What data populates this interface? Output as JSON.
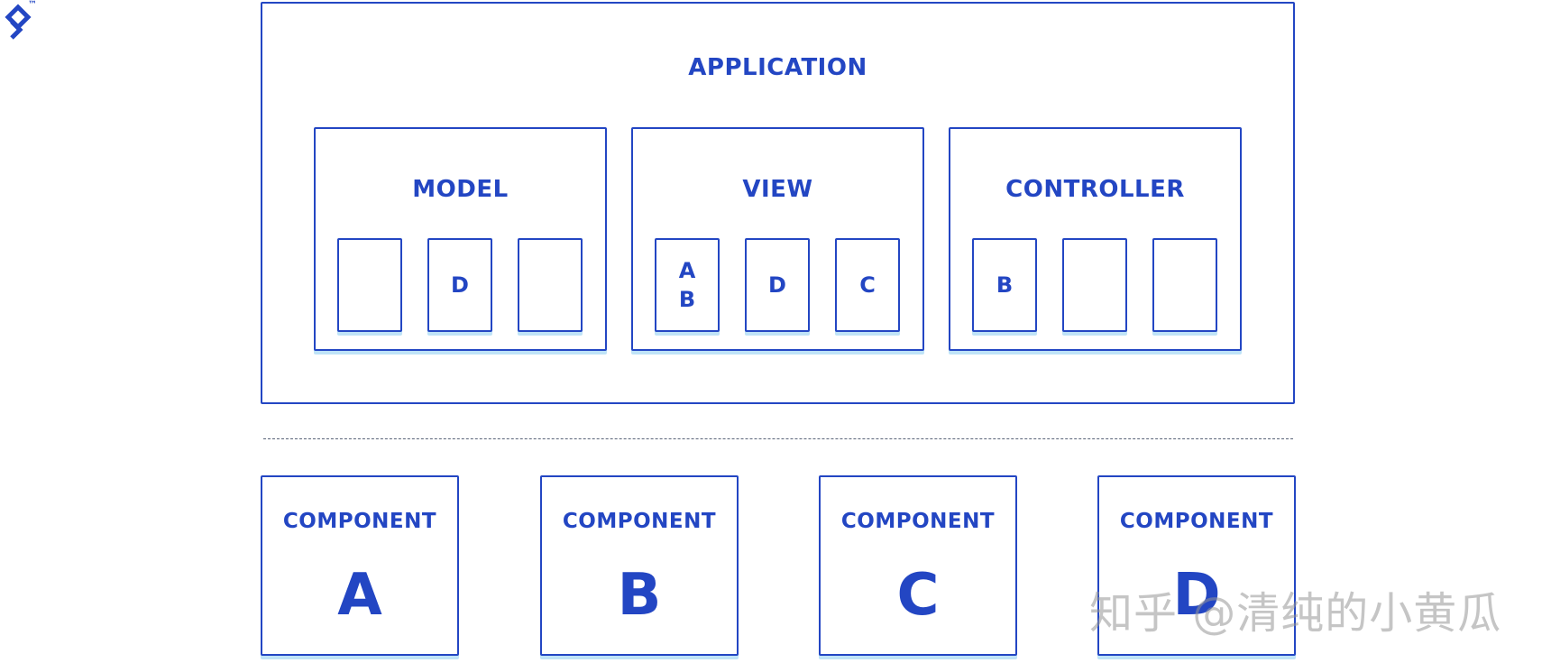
{
  "logo": {
    "trademark": "™"
  },
  "application": {
    "title": "APPLICATION",
    "sections": [
      {
        "title": "MODEL",
        "slots": [
          [],
          [
            "D"
          ],
          []
        ]
      },
      {
        "title": "VIEW",
        "slots": [
          [
            "A",
            "B"
          ],
          [
            "D"
          ],
          [
            "C"
          ]
        ]
      },
      {
        "title": "CONTROLLER",
        "slots": [
          [
            "B"
          ],
          [],
          []
        ]
      }
    ]
  },
  "components": [
    {
      "label": "COMPONENT",
      "letter": "A"
    },
    {
      "label": "COMPONENT",
      "letter": "B"
    },
    {
      "label": "COMPONENT",
      "letter": "C"
    },
    {
      "label": "COMPONENT",
      "letter": "D"
    }
  ],
  "watermark": "知乎 @清纯的小黄瓜",
  "colors": {
    "primary": "#2346c3",
    "shadow": "#bfe3f7",
    "divider": "#5a6478"
  }
}
